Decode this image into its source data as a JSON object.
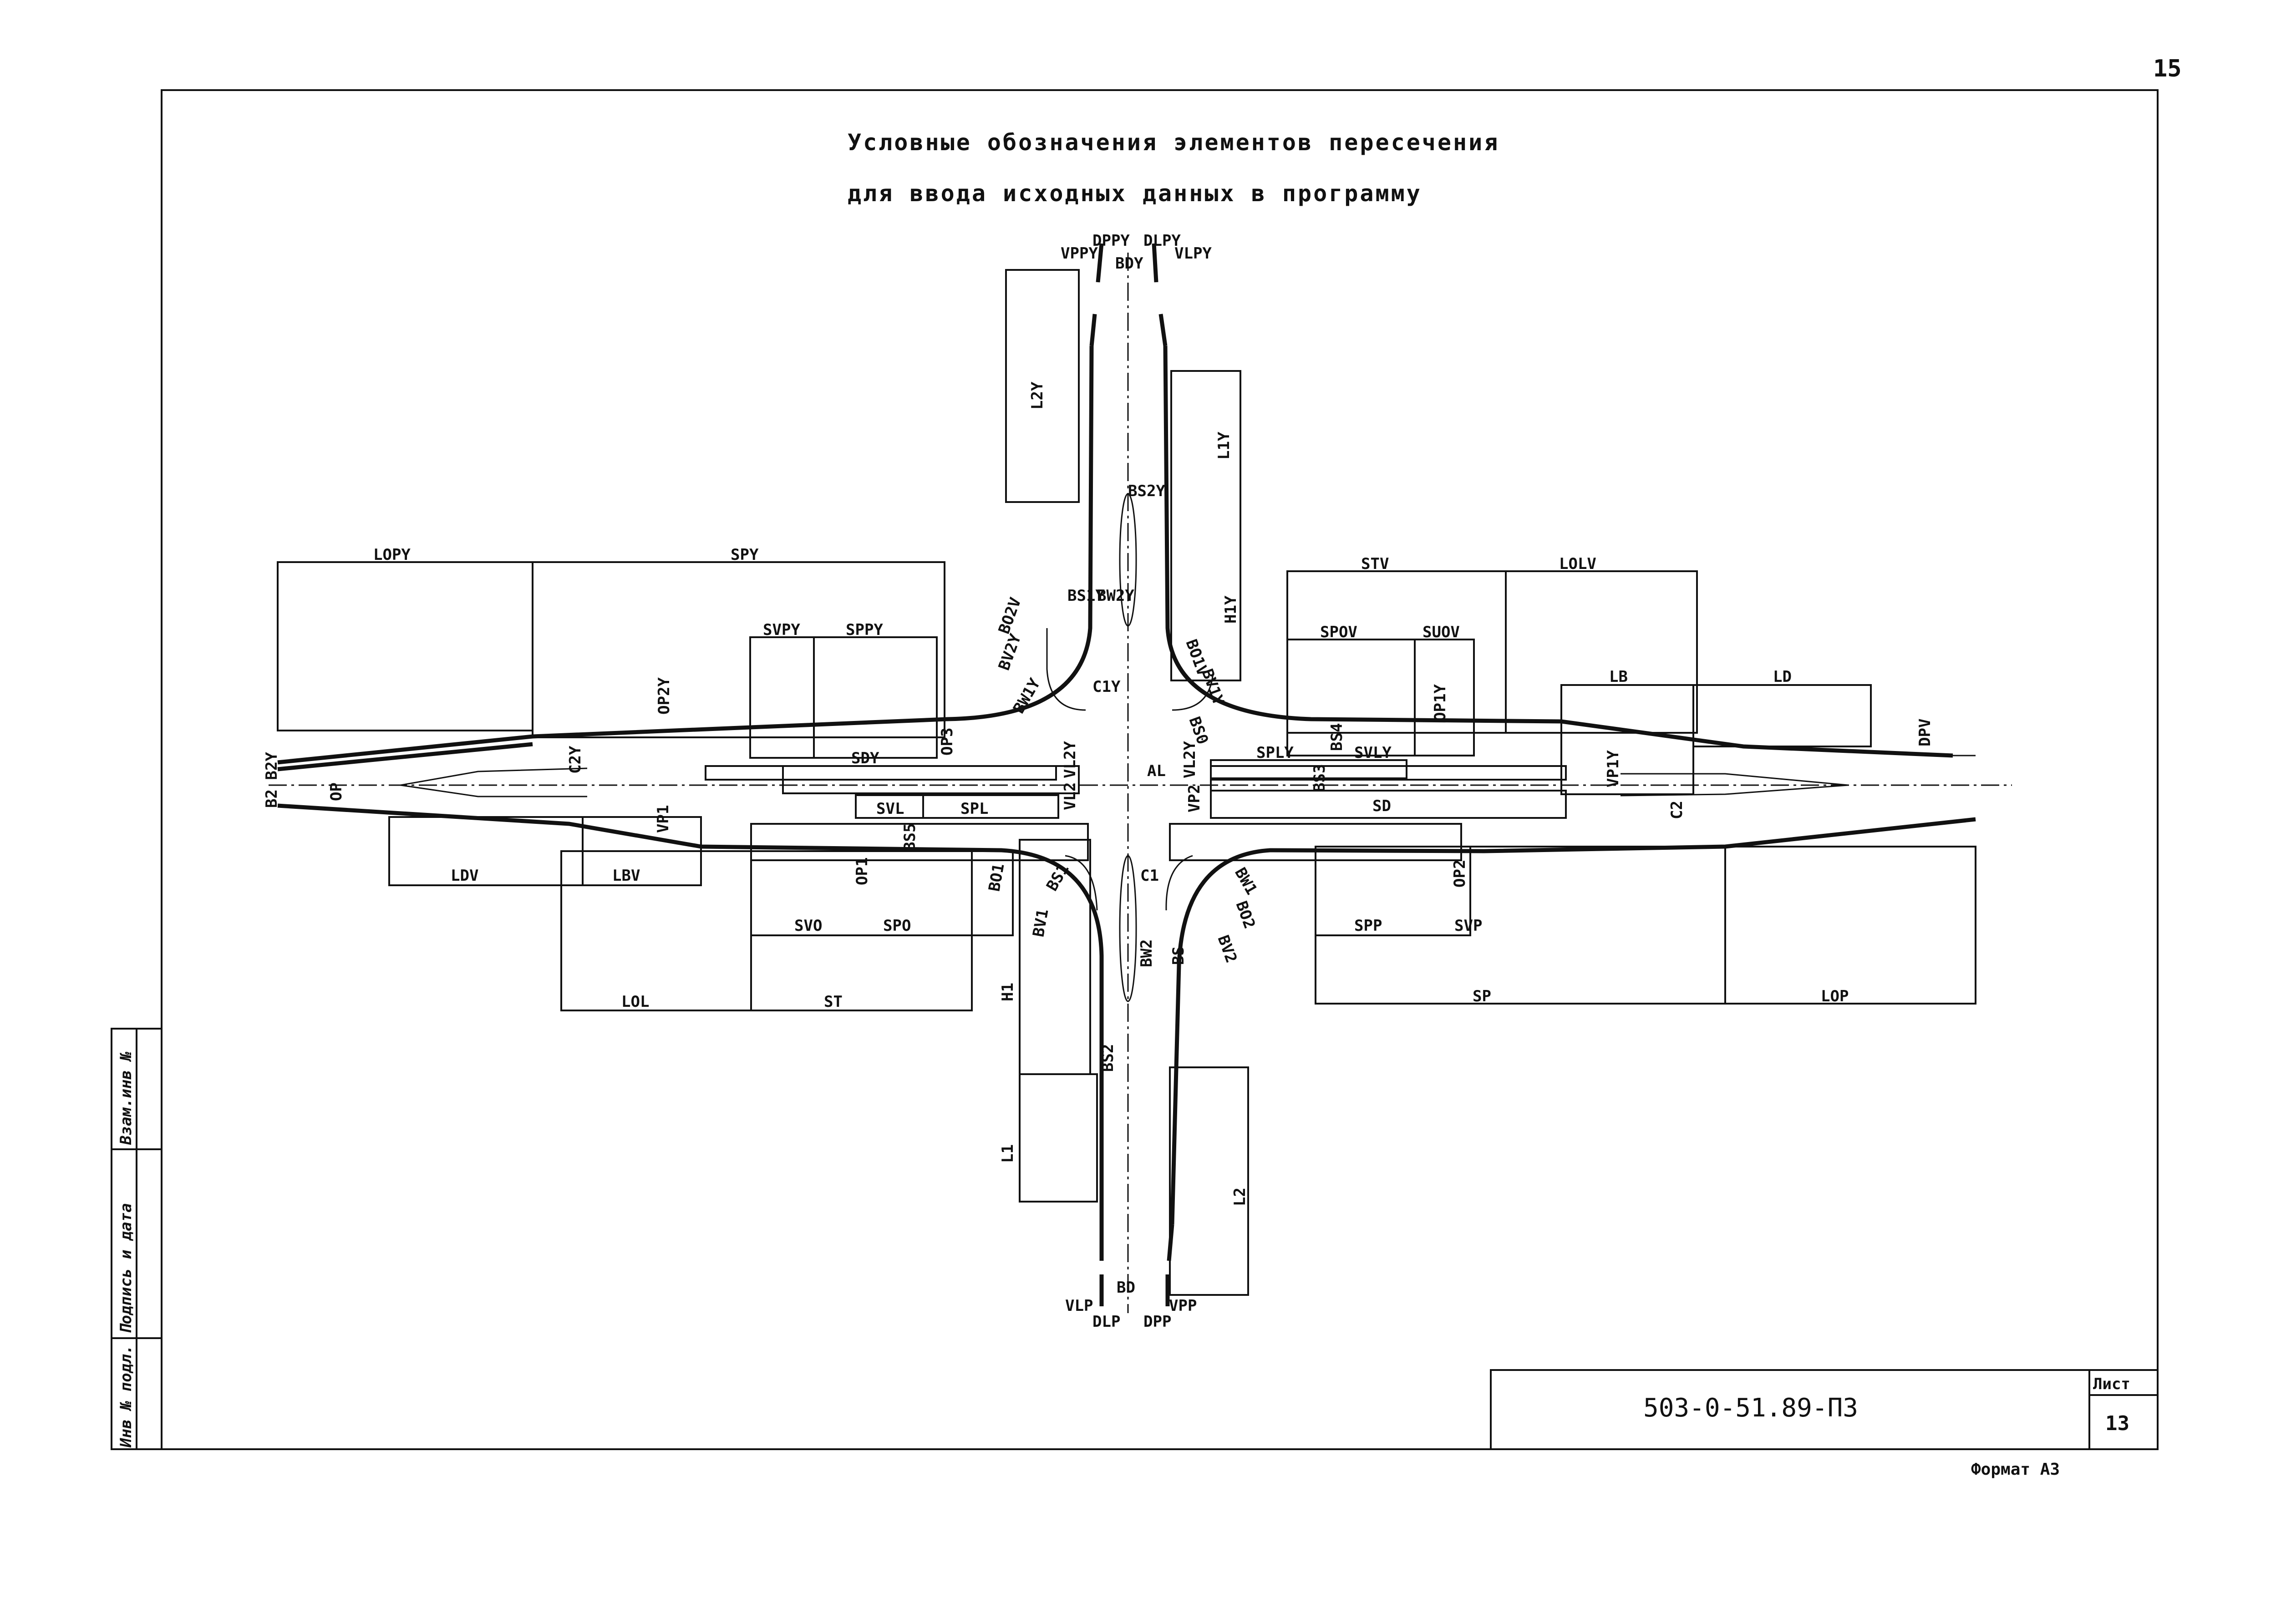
{
  "page_number": "15",
  "title": {
    "line1": "Условные обозначения элементов пересечения",
    "line2": "для ввода исходных данных в программу"
  },
  "diagram_labels": {
    "vppy": "VPPY",
    "dppy": "DPPY",
    "bdy": "BDY",
    "dlpy": "DLPY",
    "vlpy": "VLPY",
    "l2y": "L2Y",
    "l1y": "L1Y",
    "bs2y": "BS2Y",
    "h1y": "H1Y",
    "lopy": "LOPY",
    "spy": "SPY",
    "stv": "STV",
    "lolv": "LOLV",
    "svpy": "SVPY",
    "sppy": "SPPY",
    "spov": "SPOV",
    "suov": "SUOV",
    "bs1y": "BS1Y",
    "bw2y": "BW2Y",
    "bo2v": "BO2V",
    "bv2y": "BV2Y",
    "bw1y": "BW1Y",
    "bo1v": "BO1V",
    "bv1y": "BV1Y",
    "bs0": "BS0",
    "c1y": "C1Y",
    "op2y": "OP2Y",
    "op1y": "OP1Y",
    "lb": "LB",
    "ld": "LD",
    "dpv": "DPV",
    "b2_b2y": "B2 B2Y",
    "c2y": "C2Y",
    "sdy": "SDY",
    "op3": "OP3",
    "vl2y_left": "VL2Y",
    "al": "AL",
    "vl2y": "VL2Y",
    "sply": "SPLY",
    "svly": "SVLY",
    "bs4": "BS4",
    "vp1y": "VP1Y",
    "op": "OP",
    "vp1": "VP1",
    "vl2": "VL2",
    "vp2": "VP2",
    "bs3": "BS3",
    "sd": "SD",
    "c2": "C2",
    "svl": "SVL",
    "spl": "SPL",
    "bs5": "BS5",
    "ldv": "LDV",
    "lbv": "LBV",
    "op1": "OP1",
    "bo1": "BO1",
    "bs1": "BS1",
    "c1": "C1",
    "bw1": "BW1",
    "bo2": "BO2",
    "bv1": "BV1",
    "bv2": "BV2",
    "op2": "OP2",
    "svo": "SVO",
    "spo": "SPO",
    "spp": "SPP",
    "svp": "SVP",
    "lol": "LOL",
    "st": "ST",
    "sp": "SP",
    "lop": "LOP",
    "h1": "H1",
    "bw2": "BW2",
    "bs": "BS",
    "bs2": "BS2",
    "l1": "L1",
    "l2": "L2",
    "bd": "BD",
    "vlp": "VLP",
    "dlp": "DLP",
    "dpp": "DPP",
    "vpp": "VPP"
  },
  "stamp": {
    "side_labels": [
      "Инв № подл.",
      "Подпись и дата",
      "Взам.инв №"
    ],
    "document_code": "503-0-51.89-ПЗ",
    "sheet_label": "Лист",
    "sheet_number": "13",
    "format": "Формат А3"
  }
}
